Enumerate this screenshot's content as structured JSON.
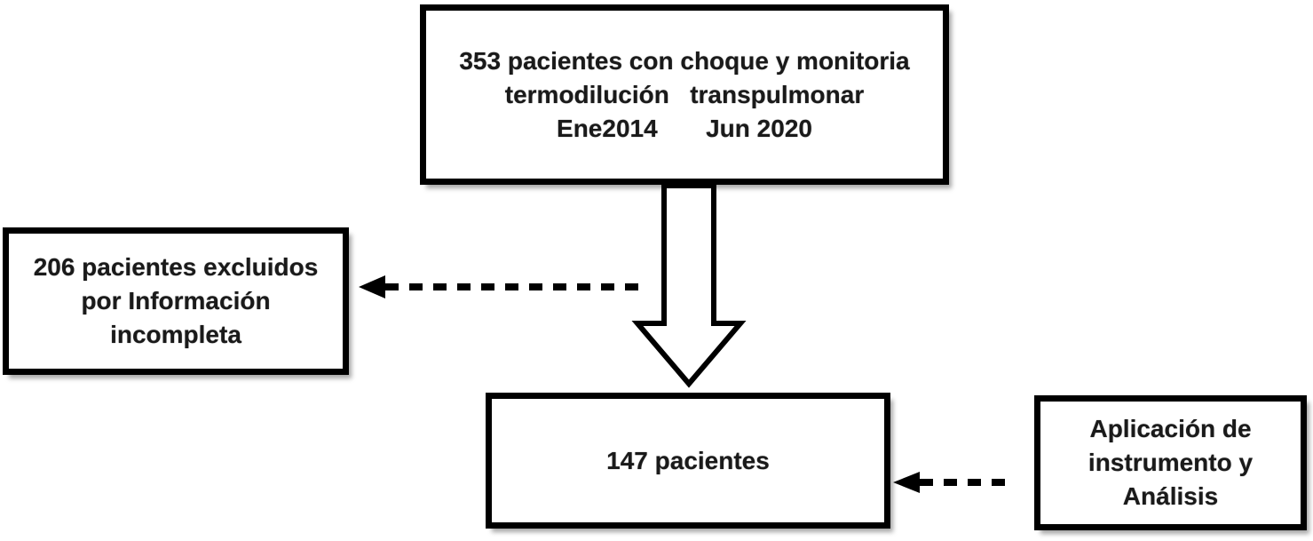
{
  "diagram": {
    "kind": "patient-flow-chart",
    "colors": {
      "background": "#ffffff",
      "line": "#000000",
      "text": "#1a1a1a",
      "box_fill": "#ffffff"
    },
    "boxes": {
      "cohort": {
        "lines": [
          "353 pacientes con choque y monitoria",
          "termodilución   transpulmonar",
          "Ene2014       Jun 2020"
        ]
      },
      "excluded": {
        "lines": [
          "206 pacientes excluidos",
          "por Información",
          "incompleta"
        ]
      },
      "final": {
        "lines": [
          "147 pacientes"
        ]
      },
      "analysis": {
        "lines": [
          "Aplicación de",
          "instrumento y",
          "Análisis"
        ]
      }
    }
  }
}
